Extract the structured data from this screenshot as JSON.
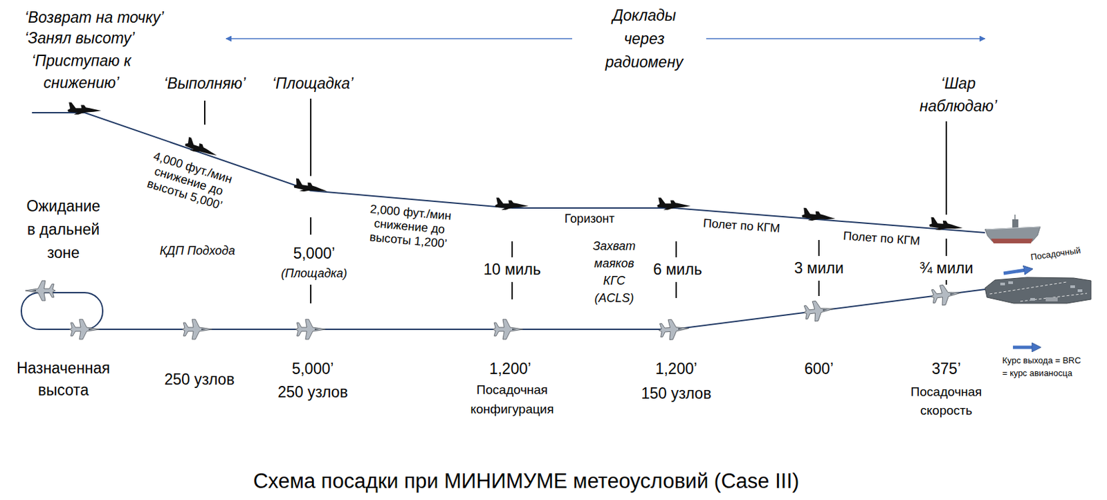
{
  "diagram": {
    "caption": "Схема посадки при МИНИМУМЕ метеоусловий (Case III)",
    "labels": [
      "‘Возврат на точку’",
      "‘Занял высоту’",
      "‘Приступаю к снижению’",
      "Доклады через радиомену",
      "‘Выполняю’",
      "‘Площадка’",
      "‘Шар наблюдаю’",
      "4,000 фут./мин снижение до высоты 5,000’",
      "2,000 фут./мин снижение до высоты 1,200’",
      "Горизонт",
      "Полет по КГМ",
      "Полет по КГМ",
      "Ожидание в дальней зоне",
      "КДП Подхода",
      "5,000’",
      "(Площадка)",
      "10 миль",
      "Захват маяков КГС (ACLS)",
      "6 миль",
      "3 мили",
      "¾ мили",
      "Посадочный",
      "Назначенная высота",
      "250 узлов",
      "5,000’",
      "250 узлов",
      "1,200’",
      "Посадочная конфигурация",
      "1,200’",
      "150 узлов",
      "600’",
      "375’",
      "Посадочная скорость",
      "Курс выхода = BRC = курс авианосца"
    ]
  }
}
